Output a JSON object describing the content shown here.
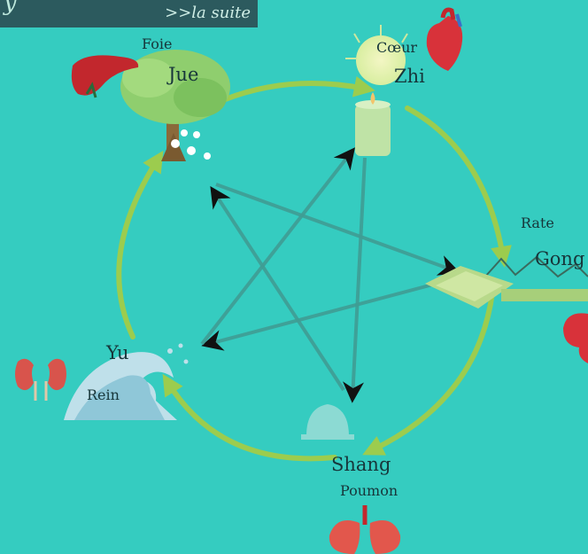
{
  "header": {
    "script_fragment": "y",
    "suite_link": ">>la suite"
  },
  "elements": {
    "wood": {
      "name": "Jue",
      "organ": "Foie",
      "icon": "tree-icon"
    },
    "fire": {
      "name": "Zhi",
      "organ": "Cœur",
      "icon": "candle-icon"
    },
    "earth": {
      "name": "Gong",
      "organ": "Rate",
      "icon": "field-icon"
    },
    "metal": {
      "name": "Shang",
      "organ": "Poumon",
      "icon": "bell-icon"
    },
    "water": {
      "name": "Yu",
      "organ": "Rein",
      "icon": "wave-icon"
    }
  },
  "colors": {
    "background": "#35ccc0",
    "cycle_arrow": "#9ccc4e",
    "control_arrow": "#3f9c94",
    "arrow_head": "#111111",
    "banner": "#2c5a5e",
    "organ_red": "#c2272d"
  }
}
